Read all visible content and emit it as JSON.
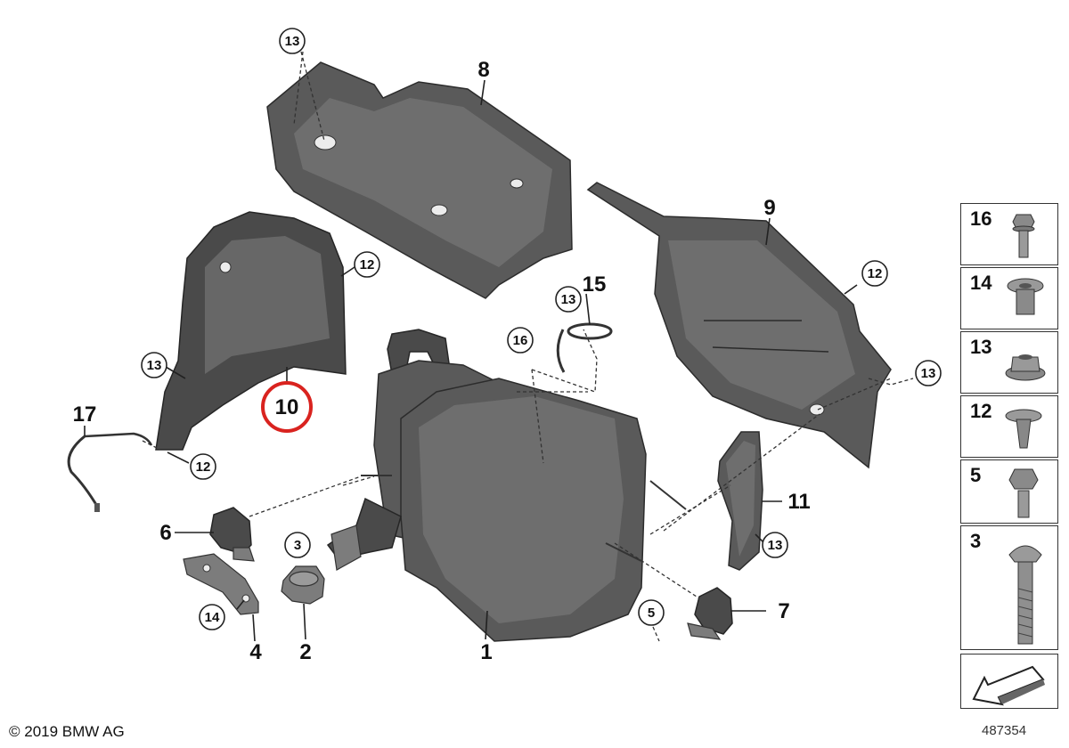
{
  "callouts": {
    "n1": "1",
    "n2": "2",
    "n3": "3",
    "n4": "4",
    "n5": "5",
    "n6": "6",
    "n7": "7",
    "n8": "8",
    "n9": "9",
    "n10": "10",
    "n11": "11",
    "n12": "12",
    "n13": "13",
    "n14": "14",
    "n15": "15",
    "n16": "16",
    "n17": "17"
  },
  "highlight_color": "#d9231f",
  "legend": [
    "16",
    "14",
    "13",
    "12",
    "5",
    "3"
  ],
  "copyright": "© 2019 BMW AG",
  "image_number": "487354"
}
